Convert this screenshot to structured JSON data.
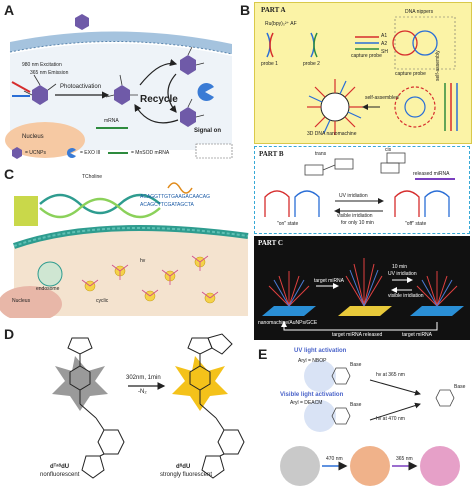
{
  "panels": {
    "A": {
      "letter": "A",
      "labels": {
        "excitation": "980 nm Excitation",
        "emission": "365 nm Emission",
        "photoactivation": "Photoactivation",
        "recycle": "Recycle",
        "signal_on": "Signal on",
        "nucleus": "Nucleus",
        "mrna": "mRNA",
        "legend_ucnps": "= UCNPs",
        "legend_exo": "= EXO III",
        "legend_mnsod": "= MnSOD mRNA"
      },
      "colors": {
        "membrane": "#8fb4d6",
        "hexagon": "#6f5aa8",
        "nucleus": "#f6c9a3"
      }
    },
    "B": {
      "letter": "B",
      "part_a": {
        "title": "PART A",
        "complex": "Ru(bpy)₃²⁺ AF",
        "dna_nippers": "DNA nippers",
        "capture_probe": "capture probe",
        "probe1": "probe 1",
        "probe2": "probe 2",
        "capture_probe2": "capture probe",
        "self_assembly": "self-assembly",
        "self_assembled": "self-assembled",
        "nanomachine": "3D DNA nanomachine",
        "a1": "A1",
        "a2": "A2",
        "sh": "SH"
      },
      "part_b": {
        "title": "PART B",
        "trans": "trans",
        "cis": "cis",
        "released_mirna": "released miRNA",
        "uv": "UV irridiation",
        "visible": "visible irridiation",
        "for_10": "for only 10 min",
        "on_state": "\"on\" state",
        "off_state": "\"off\" state"
      },
      "part_c": {
        "title": "PART C",
        "target1": "target miRNA",
        "target2": "target miRNA",
        "ten_min": "10 min",
        "uv": "UV irridiation",
        "visible": "visible irridiation",
        "electrode": "nanomachine/AuNPs/GCE",
        "released": "target miRNA released"
      },
      "colors": {
        "part_a_bg": "#fbf3a6",
        "part_b_border": "#36a9d6",
        "part_c_bg": "#111111"
      }
    },
    "C": {
      "letter": "C",
      "labels": {
        "tcholine": "TCholine",
        "nucleus": "Nucleus",
        "endosome": "endosome",
        "cyclic": "cyclic",
        "hv": "hv",
        "seq1": "ACAGGTTGTGAAGACAACAG",
        "seq2": "ACAGCTTCGATAGCTA"
      },
      "colors": {
        "cell_bg": "#f4e3cf",
        "membrane": "#2e9c8f"
      }
    },
    "D": {
      "letter": "D",
      "condition_top": "302nm, 1min",
      "condition_bottom": "-N₂",
      "left_name": "dᵀᵃᴽdU",
      "left_desc": "nonfluorescent",
      "right_name": "dᴽdU",
      "right_desc": "strongly fluorescent",
      "colors": {
        "left_glow": "#9a9a9a",
        "right_glow": "#f4c21a"
      }
    },
    "E": {
      "letter": "E",
      "uv_title": "UV light activation",
      "uv_aryl": "Aryl = NBOP",
      "uv_hv": "hv at 365 nm",
      "vis_title": "Visible light activation",
      "vis_aryl": "Aryl = DEACM",
      "vis_hv": "hv at 470 nm",
      "base1": "Base",
      "base2": "Base",
      "base3": "Base",
      "nm470": "470 nm",
      "nm365": "365 nm",
      "colors": {
        "uv_title": "#4a63c9",
        "vis_title": "#4a63c9"
      }
    }
  }
}
